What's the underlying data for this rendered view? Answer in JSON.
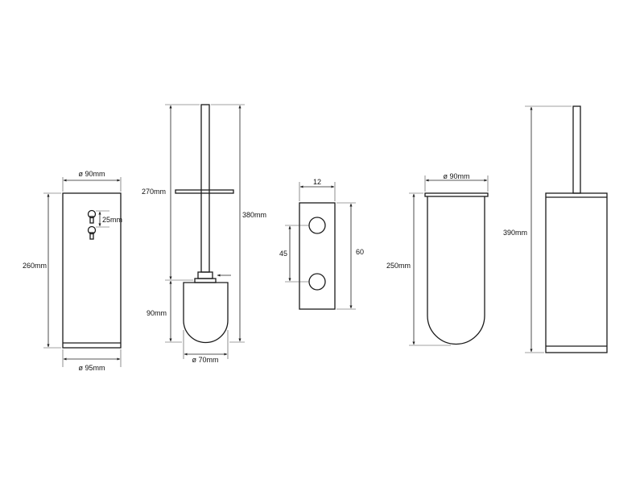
{
  "dimensions": {
    "holder_top_width": "ø 90mm",
    "holder_height": "260mm",
    "keyhole_spacing": "25mm",
    "holder_bottom_width": "ø 95mm",
    "brush_plate_height": "270mm",
    "brush_total_height": "380mm",
    "brush_head_height": "90mm",
    "brush_head_width": "ø 70mm",
    "bracket_width": "12",
    "bracket_hole_spacing": "45",
    "bracket_height": "60",
    "insert_width": "ø 90mm",
    "insert_height": "250mm",
    "assembly_height": "390mm"
  },
  "colors": {
    "line": "#1a1a1a",
    "background": "#ffffff"
  }
}
